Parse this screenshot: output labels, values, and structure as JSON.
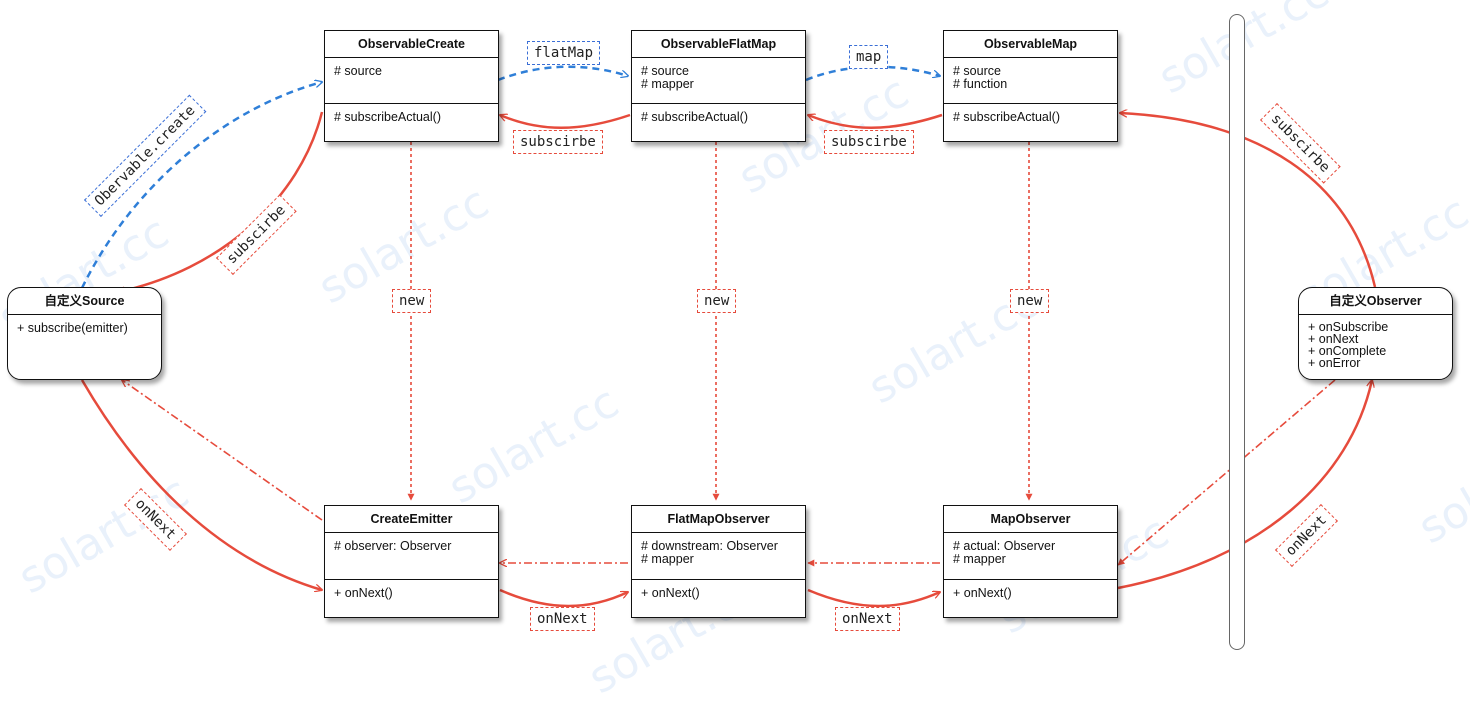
{
  "watermark": "solart.cc",
  "colors": {
    "red": "#e64b3c",
    "blue": "#2f7fd8",
    "black": "#111111"
  },
  "boxes": {
    "observable_create": {
      "title": "ObservableCreate",
      "attrs": [
        "# source"
      ],
      "ops": [
        "# subscribeActual()"
      ]
    },
    "observable_flatmap": {
      "title": "ObservableFlatMap",
      "attrs": [
        "# source",
        "# mapper"
      ],
      "ops": [
        "# subscribeActual()"
      ]
    },
    "observable_map": {
      "title": "ObservableMap",
      "attrs": [
        "# source",
        "# function"
      ],
      "ops": [
        "# subscribeActual()"
      ]
    },
    "custom_source": {
      "title": "自定义Source",
      "attrs": [
        "+ subscribe(emitter)"
      ]
    },
    "custom_observer": {
      "title": "自定义Observer",
      "attrs": [
        "+ onSubscribe",
        "+ onNext",
        "+ onComplete",
        "+ onError"
      ]
    },
    "create_emitter": {
      "title": "CreateEmitter",
      "attrs": [
        "# observer: Observer"
      ],
      "ops": [
        "+ onNext()"
      ]
    },
    "flatmap_observer": {
      "title": "FlatMapObserver",
      "attrs": [
        "# downstream: Observer",
        "# mapper"
      ],
      "ops": [
        "+ onNext()"
      ]
    },
    "map_observer": {
      "title": "MapObserver",
      "attrs": [
        "# actual: Observer",
        "# mapper"
      ],
      "ops": [
        "+ onNext()"
      ]
    }
  },
  "labels": {
    "flatmap": "flatMap",
    "map": "map",
    "observable_create": "Obervable.create",
    "subscribe_1": "subscirbe",
    "subscribe_2": "subscirbe",
    "subscribe_3": "subscirbe",
    "subscribe_4": "subscirbe",
    "new_1": "new",
    "new_2": "new",
    "new_3": "new",
    "onnext_1": "onNext",
    "onnext_2": "onNext",
    "onnext_3": "onNext",
    "onnext_4": "onNext"
  }
}
